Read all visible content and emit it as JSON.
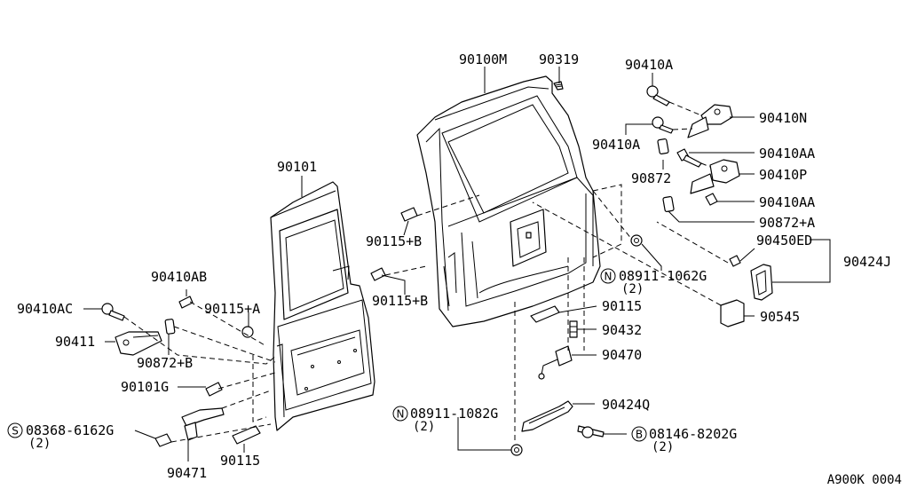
{
  "labels": {
    "p90100M": "90100M",
    "p90319": "90319",
    "p90410A_top": "90410A",
    "p90410N": "90410N",
    "p90410A_mid": "90410A",
    "p90410AA_1": "90410AA",
    "p90872": "90872",
    "p90410P": "90410P",
    "p90410AA_2": "90410AA",
    "p90872B_right": "90872+A",
    "p90101": "90101",
    "p90115B_1": "90115+B",
    "p90450ED": "90450ED",
    "p90424J": "90424J",
    "p08911_1062G": "08911-1062G",
    "p08911_1062G_qty": "(2)",
    "p90115B_2": "90115+B",
    "p90410AB": "90410AB",
    "p90410AC": "90410AC",
    "p90115A": "90115+A",
    "p90115_right": "90115",
    "p90545": "90545",
    "p90432": "90432",
    "p90411": "90411",
    "p90872B_left": "90872+B",
    "p90470": "90470",
    "p90101G": "90101G",
    "p90424Q": "90424Q",
    "p08911_1082G": "08911-1082G",
    "p08911_1082G_qty": "(2)",
    "p08368_6162G": "08368-6162G",
    "p08368_6162G_qty": "(2)",
    "p08146_8202G": "08146-8202G",
    "p08146_8202G_qty": "(2)",
    "p90115_bottom": "90115",
    "p90471": "90471"
  },
  "symbols": {
    "n_symbol": "N",
    "s_symbol": "S",
    "b_symbol": "B"
  },
  "code": "A900K 0004"
}
